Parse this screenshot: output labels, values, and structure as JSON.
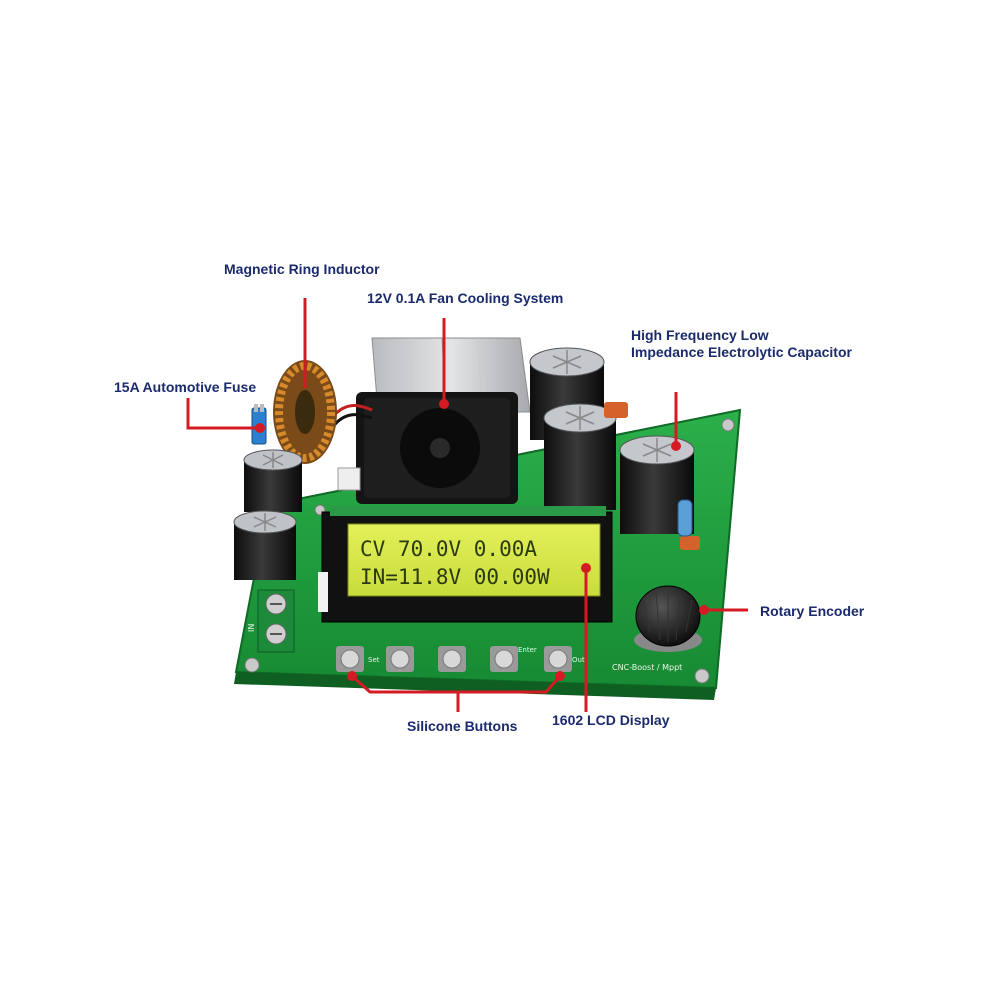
{
  "labels": {
    "magnetic_ring_inductor": "Magnetic Ring Inductor",
    "fan": "12V 0.1A Fan Cooling System",
    "capacitor_line1": "High Frequency Low",
    "capacitor_line2": "Impedance Electrolytic Capacitor",
    "fuse": "15A  Automotive Fuse",
    "rotary_encoder": "Rotary Encoder",
    "silicone_buttons": "Silicone Buttons",
    "lcd_display": "1602 LCD Display"
  },
  "lcd": {
    "line1": "CV  70.0V  0.00A",
    "line2": " IN=11.8V 00.00W"
  },
  "board": {
    "button_labels": [
      "Set",
      "",
      "",
      "Enter",
      "Out"
    ],
    "silkscreen_model": "CNC-Boost / Mppt",
    "terminal_label": "IN"
  },
  "colors": {
    "callout_line": "#d41a22",
    "label_text": "#1a2a6c",
    "pcb_green": "#1f9a3c",
    "lcd_backlight": "#d6e84a"
  },
  "icons": {
    "fan": "fan-icon",
    "knob": "knob-icon"
  }
}
